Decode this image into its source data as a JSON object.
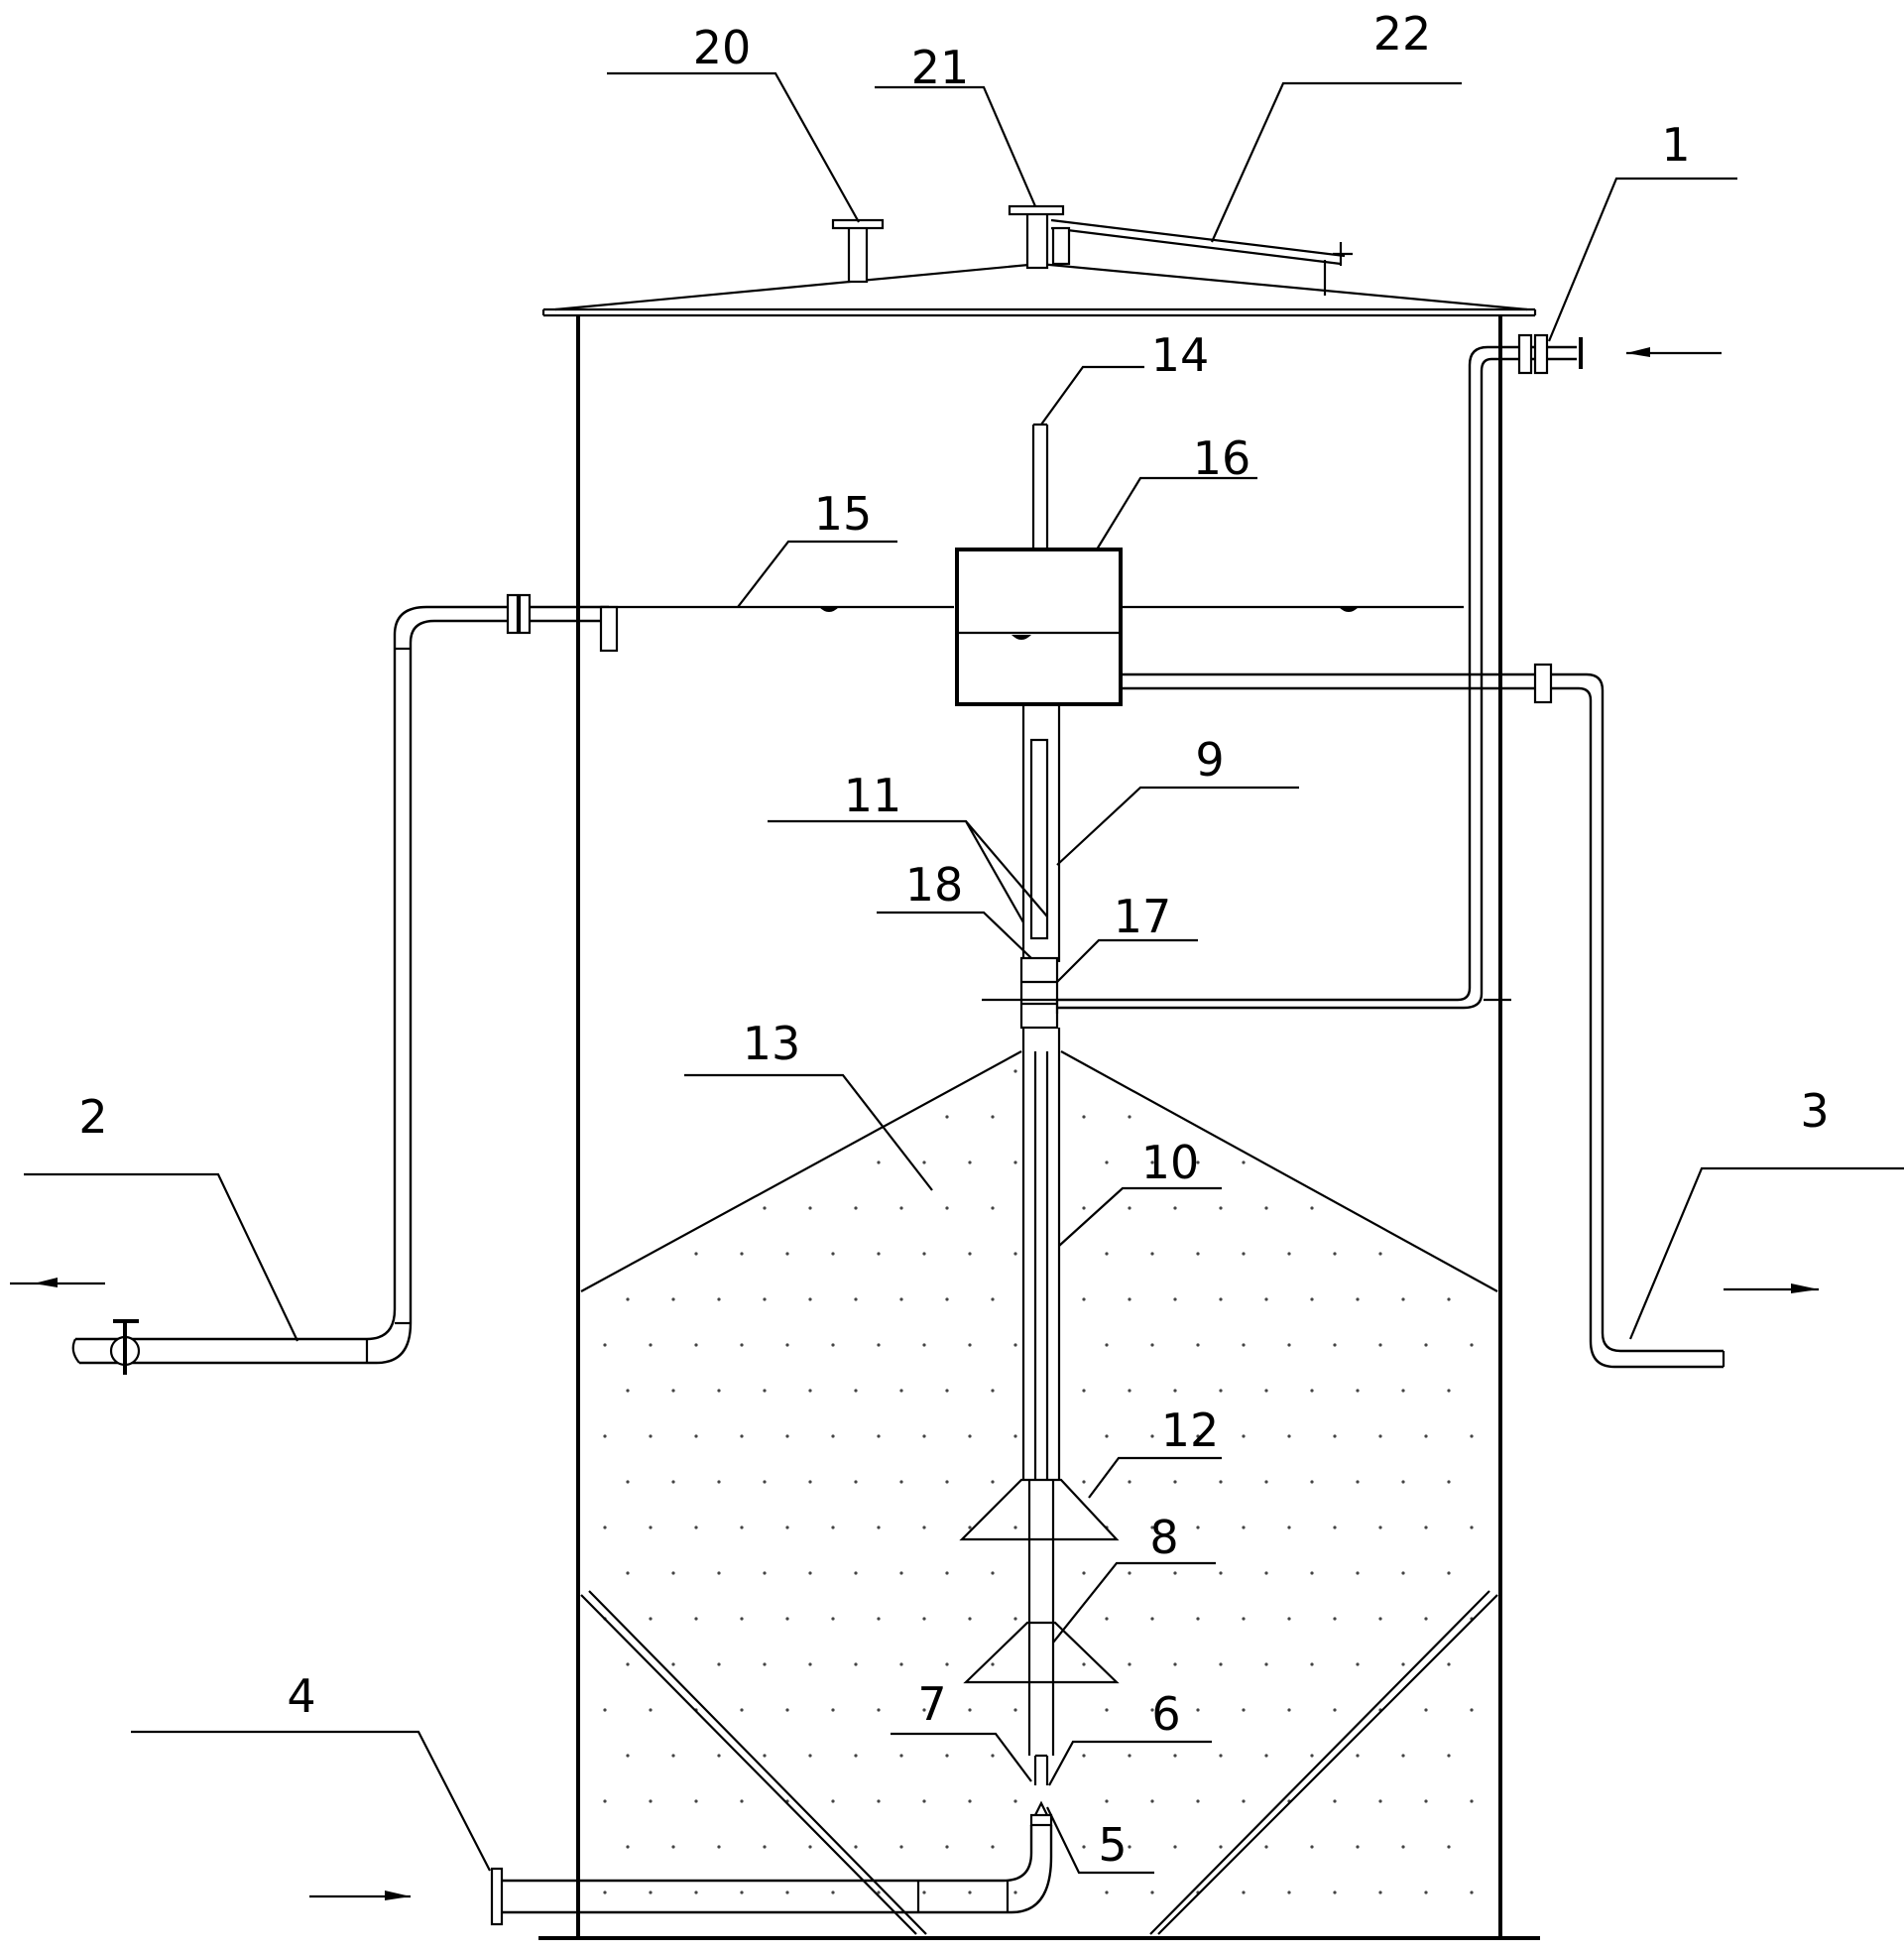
{
  "callouts": {
    "c1": "1",
    "c2": "2",
    "c3": "3",
    "c4": "4",
    "c5": "5",
    "c6": "6",
    "c7": "7",
    "c8": "8",
    "c9": "9",
    "c10": "10",
    "c11": "11",
    "c12": "12",
    "c13": "13",
    "c14": "14",
    "c15": "15",
    "c16": "16",
    "c17": "17",
    "c18": "18",
    "c20": "20",
    "c21": "21",
    "c22": "22"
  },
  "colors": {
    "line": "#000000",
    "background": "#ffffff",
    "packing_dots": "#444444"
  }
}
